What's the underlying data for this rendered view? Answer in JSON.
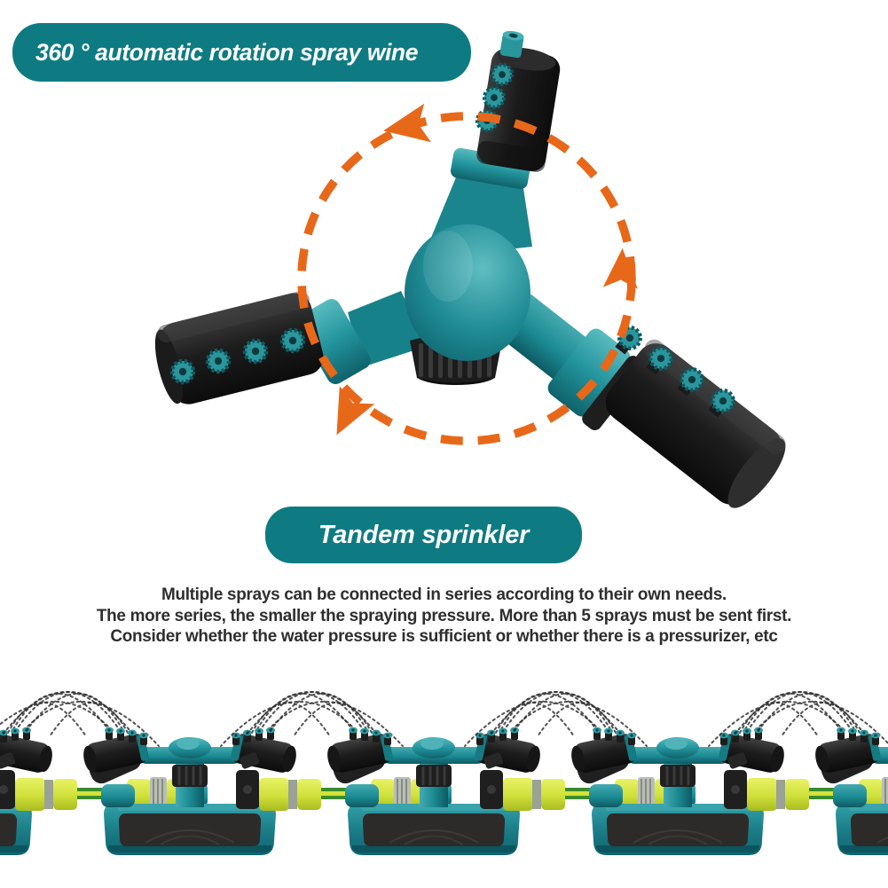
{
  "banner": {
    "label": "360 ° automatic rotation spray wine"
  },
  "badge": {
    "label": "Tandem sprinkler"
  },
  "description": {
    "lines": [
      "Multiple sprays can be connected in series according to their own needs.",
      "The more series, the smaller the spraying pressure. More than 5 sprays must be sent first.",
      "Consider whether the water pressure is sufficient or whether there is a pressurizer, etc"
    ]
  },
  "theme": {
    "teal": "#0e7b82",
    "product_teal": "#1b8a92",
    "orange": "#e8681a",
    "lime": "#cfe03a",
    "hose_green": "#3c8a2e",
    "silver": "#b9beb4",
    "black_part": "#1d1d1d",
    "text_color": "#2e2e2e"
  },
  "figure": {
    "rotation_degrees_shown": "360",
    "sprinkler_arms": 3,
    "nozzles_per_arm": 4,
    "series_units_visible": 5
  }
}
